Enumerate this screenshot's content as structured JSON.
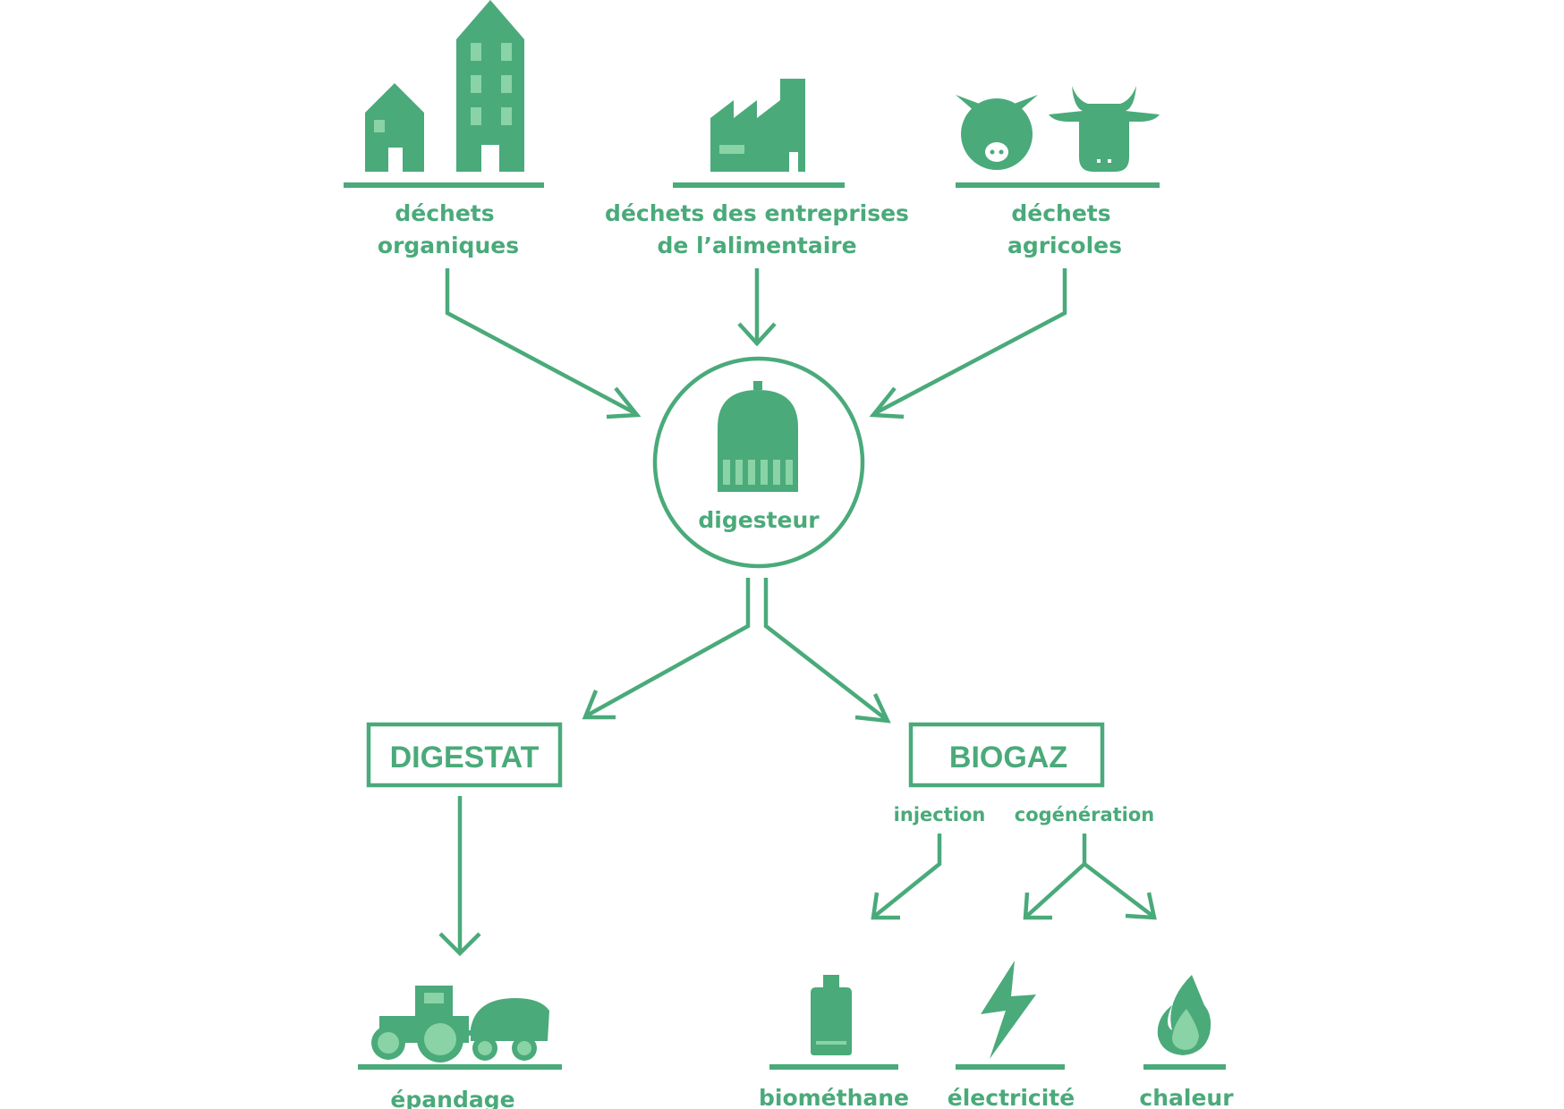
{
  "colors": {
    "primary": "#4aaa7a",
    "light": "#8ad3a6",
    "background": "#ffffff"
  },
  "sources": [
    {
      "icon": "buildings-icon",
      "line1": "déchets",
      "line2": "organiques"
    },
    {
      "icon": "factory-icon",
      "line1": "déchets des entreprises",
      "line2": "de l’alimentaire"
    },
    {
      "icon": "farm-animals-icon",
      "line1": "déchets",
      "line2": "agricoles"
    }
  ],
  "digester": {
    "icon": "digester-tank-icon",
    "label": "digesteur"
  },
  "outputs": {
    "digestat": {
      "label": "DIGESTAT"
    },
    "biogaz": {
      "label": "BIOGAZ",
      "branch_injection": "injection",
      "branch_cogeneration": "cogénération"
    }
  },
  "products": [
    {
      "icon": "tractor-icon",
      "label": "épandage"
    },
    {
      "icon": "gas-bottle-icon",
      "label": "biométhane"
    },
    {
      "icon": "lightning-icon",
      "label": "électricité"
    },
    {
      "icon": "flame-icon",
      "label": "chaleur"
    }
  ]
}
